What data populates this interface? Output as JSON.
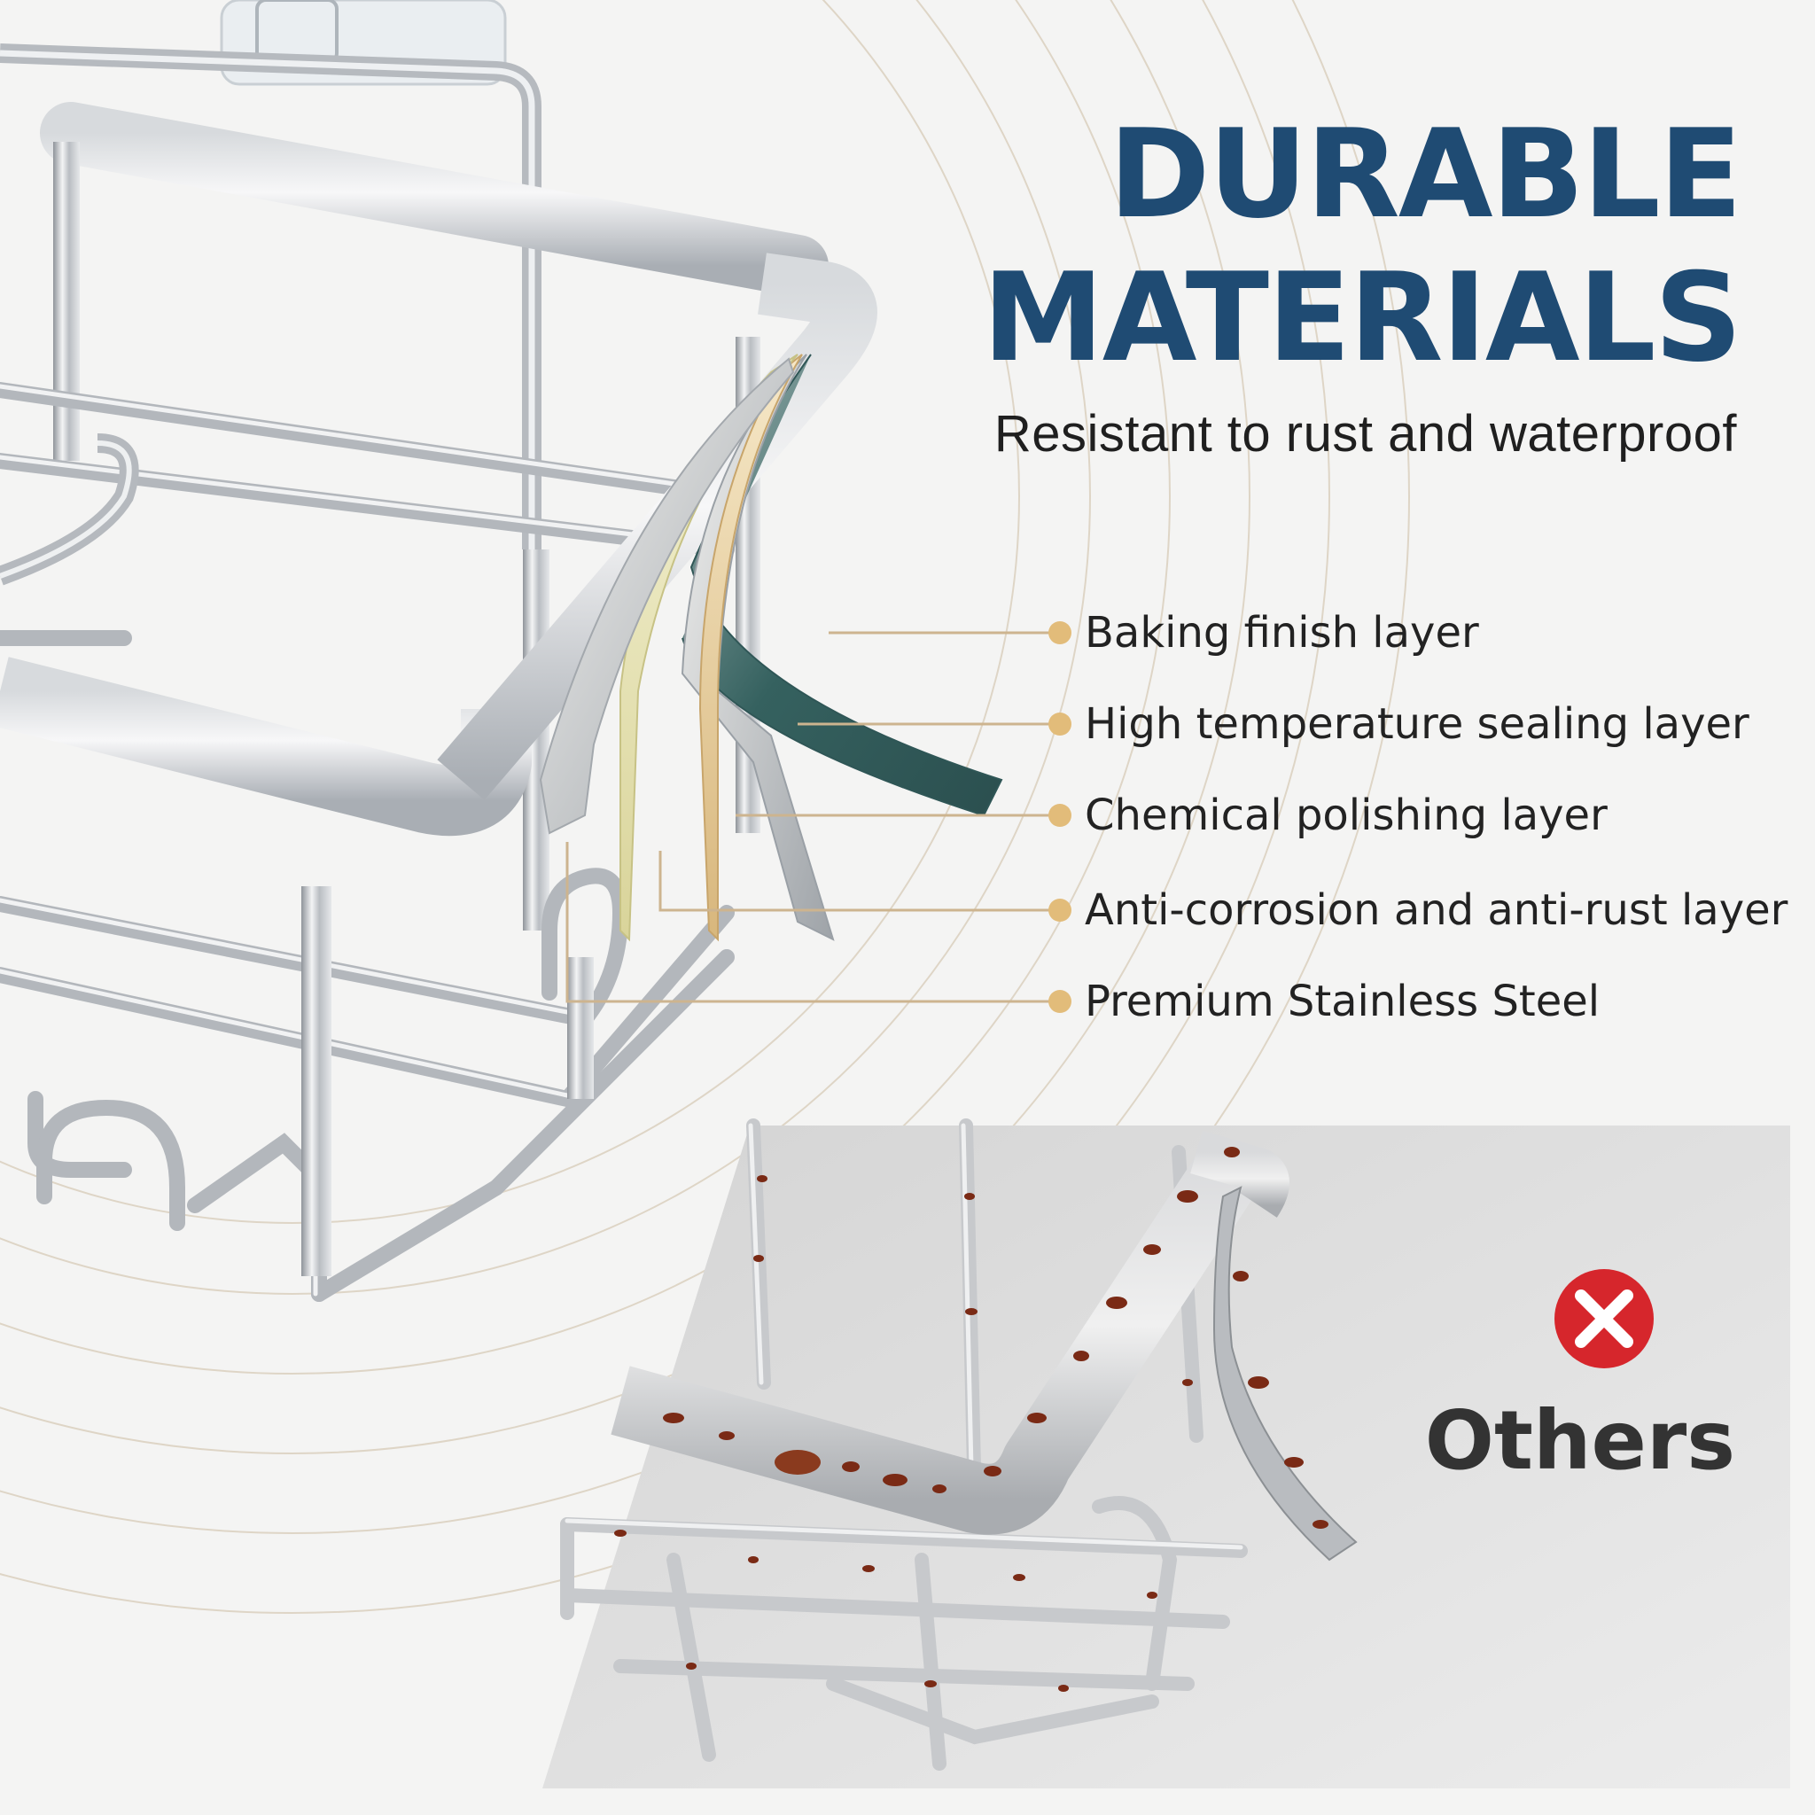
{
  "headline": {
    "line1": "DURABLE",
    "line2": "MATERIALS",
    "subtitle": "Resistant to rust and waterproof"
  },
  "layers": [
    {
      "label": "Baking finish layer"
    },
    {
      "label": "High temperature sealing layer"
    },
    {
      "label": "Chemical polishing layer"
    },
    {
      "label": "Anti-corrosion and anti-rust layer"
    },
    {
      "label": "Premium Stainless Steel"
    }
  ],
  "comparison": {
    "label": "Others",
    "icon": "close-circle-icon"
  },
  "colors": {
    "headline": "#1f4b73",
    "bullet": "#e2bc7a",
    "leader_line": "#cdb48f",
    "reject": "#d6262c",
    "rust": "#7a2a15",
    "steel": "#c9ccd0"
  }
}
